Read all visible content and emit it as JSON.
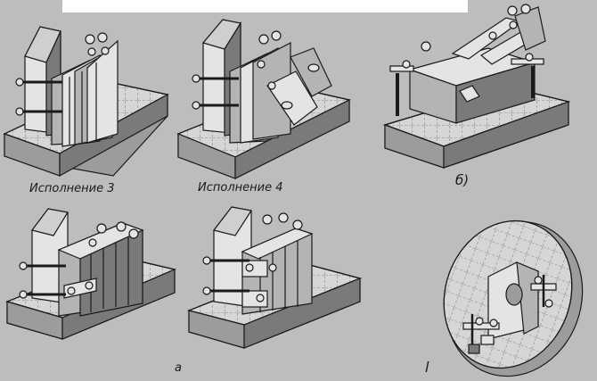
{
  "captions": {
    "variant_3": "Исполнение 3",
    "variant_4": "Исполнение 4",
    "label_b": "б)",
    "label_a": "а",
    "label_v": "l"
  },
  "colors": {
    "paper": "#bdbdbd",
    "ink": "#1a1a1a",
    "plate_top": "#d6d6d6",
    "plate_side": "#9c9c9c",
    "block_light": "#e4e4e4",
    "block_mid": "#b4b4b4",
    "block_dark": "#7a7a7a"
  }
}
